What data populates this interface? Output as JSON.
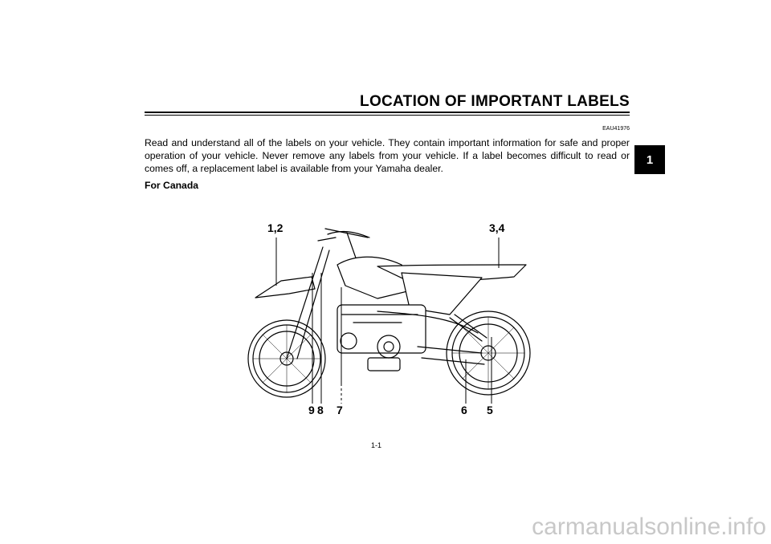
{
  "header": {
    "title": "LOCATION OF IMPORTANT LABELS",
    "code": "EAU41976"
  },
  "body": {
    "paragraph": "Read and understand all of the labels on your vehicle. They contain important information for safe and proper operation of your vehicle. Never remove any labels from your vehicle. If a label becomes difficult to read or comes off, a replacement label is available from your Yamaha dealer.",
    "subheading": "For Canada"
  },
  "side_tab": {
    "label": "1"
  },
  "footer": {
    "page_number": "1-1"
  },
  "watermark": {
    "text": "carmanualsonline.info"
  },
  "callouts": {
    "c12": "1,2",
    "c34": "3,4",
    "c9": "9",
    "c8": "8",
    "c7": "7",
    "c6": "6",
    "c5": "5"
  }
}
